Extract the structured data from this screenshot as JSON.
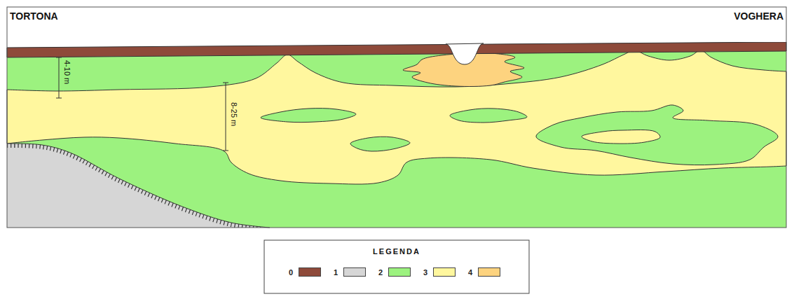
{
  "diagram": {
    "labels": [
      "TORTONA",
      "VOGHERA",
      "4-10 m",
      "8-25 m",
      "LEGENDA"
    ],
    "legend": [
      {
        "text": "0",
        "color": "#8E4A3A"
      },
      {
        "text": "1",
        "color": "#D6D6D6"
      },
      {
        "text": "2",
        "color": "#9CF27F"
      },
      {
        "text": "3",
        "color": "#FFF79E"
      },
      {
        "text": "4",
        "color": "#FDD37F"
      }
    ]
  }
}
